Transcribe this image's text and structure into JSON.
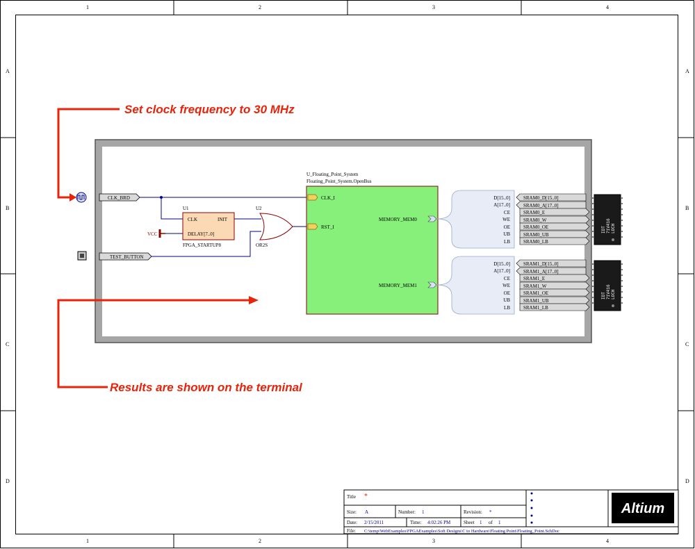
{
  "sheet": {
    "zones_x": [
      "1",
      "2",
      "3",
      "4"
    ],
    "zones_y": [
      "A",
      "B",
      "C",
      "D"
    ]
  },
  "annotations": {
    "clock": "Set clock frequency to 30 MHz",
    "terminal": "Results are shown on the terminal"
  },
  "ports": {
    "clk": "CLK_BRD",
    "test": "TEST_BUTTON"
  },
  "u1": {
    "designator": "U1",
    "pin_clk": "CLK",
    "pin_init": "INIT",
    "pin_delay": "DELAY[7..0]",
    "name": "FPGA_STARTUP8",
    "vcc": "VCC"
  },
  "u2": {
    "designator": "U2",
    "name": "OR2S"
  },
  "system": {
    "designator": "U_Floating_Point_System",
    "filename": "Floating_Point_System.OpenBus",
    "pin_clk": "CLK_I",
    "pin_rst": "RST_I",
    "mem0": "MEMORY_MEM0",
    "mem1": "MEMORY_MEM1"
  },
  "bus_pins": [
    "D[15..0]",
    "A[17..0]",
    "CE",
    "WE",
    "OE",
    "UB",
    "LB"
  ],
  "sram0_ports": [
    "SRAM0_D[15..0]",
    "SRAM0_A[17..0]",
    "SRAM0_E",
    "SRAM0_W",
    "SRAM0_OE",
    "SRAM0_UB",
    "SRAM0_LB"
  ],
  "sram1_ports": [
    "SRAM1_D[15..0]",
    "SRAM1_A[17..0]",
    "SRAM1_E",
    "SRAM1_W",
    "SRAM1_OE",
    "SRAM1_UB",
    "SRAM1_LB"
  ],
  "chip_label": "IDT\n71V416\nLOCH",
  "title_block": {
    "title_label": "Title",
    "title_value": "*",
    "size_label": "Size:",
    "size_value": "A",
    "number_label": "Number:",
    "number_value": "1",
    "revision_label": "Revision:",
    "revision_value": "*",
    "date_label": "Date:",
    "date_value": "2/15/2011",
    "time_label": "Time:",
    "time_value": "4:02:26 PM",
    "sheet_label": "Sheet",
    "sheet_value": "1",
    "of_label": "of",
    "of_value": "1",
    "file_label": "File:",
    "file_value": "C:\\temp\\WebExamples\\FPGAExamples\\Soft Designs\\C to Hardware\\Floating Point\\Floating_Point.SchDoc",
    "logo": "Altium"
  },
  "colors": {
    "wire": "#00008b",
    "annotation": "#e8230a",
    "system_fill": "#86f07a",
    "harness_fill": "#e7ecf7",
    "chip_fill": "#1a1a1a"
  }
}
